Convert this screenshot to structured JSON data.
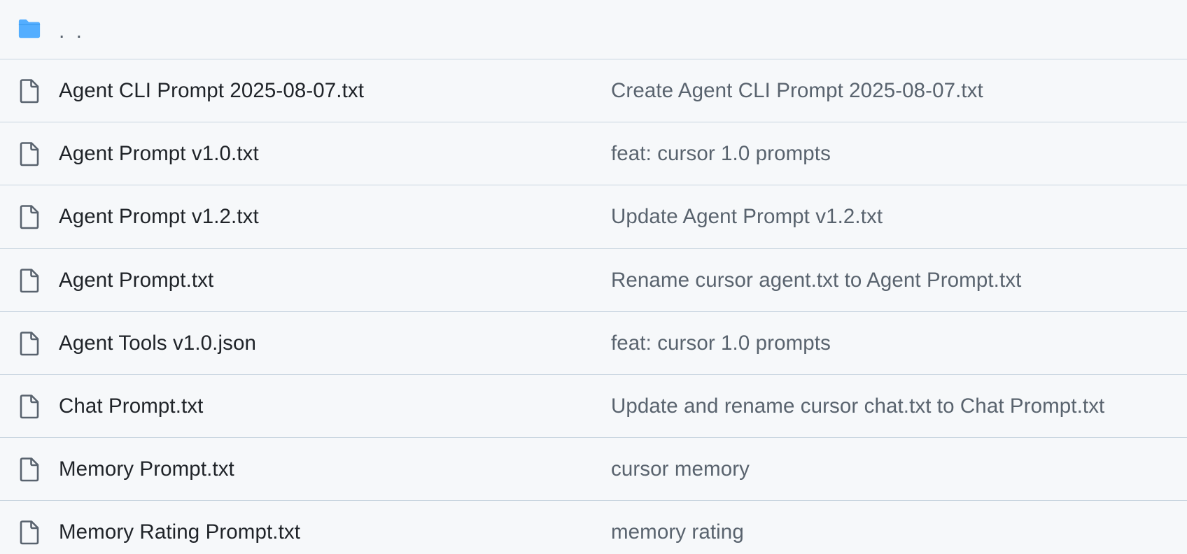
{
  "parent": {
    "label": ". ."
  },
  "files": [
    {
      "name": "Agent CLI Prompt 2025-08-07.txt",
      "commit": "Create Agent CLI Prompt 2025-08-07.txt"
    },
    {
      "name": "Agent Prompt v1.0.txt",
      "commit": "feat: cursor 1.0 prompts"
    },
    {
      "name": "Agent Prompt v1.2.txt",
      "commit": "Update Agent Prompt v1.2.txt"
    },
    {
      "name": "Agent Prompt.txt",
      "commit": "Rename cursor agent.txt to Agent Prompt.txt"
    },
    {
      "name": "Agent Tools v1.0.json",
      "commit": "feat: cursor 1.0 prompts"
    },
    {
      "name": "Chat Prompt.txt",
      "commit": "Update and rename cursor chat.txt to Chat Prompt.txt"
    },
    {
      "name": "Memory Prompt.txt",
      "commit": "cursor memory"
    },
    {
      "name": "Memory Rating Prompt.txt",
      "commit": "memory rating"
    }
  ],
  "icons": {
    "parent": "folder-icon",
    "file": "file-icon"
  },
  "colors": {
    "folder": "#54aeff",
    "file_icon": "#59636e",
    "text": "#1f2328",
    "muted": "#59636e",
    "border": "#c9d5e0",
    "background": "#f6f8fa"
  }
}
